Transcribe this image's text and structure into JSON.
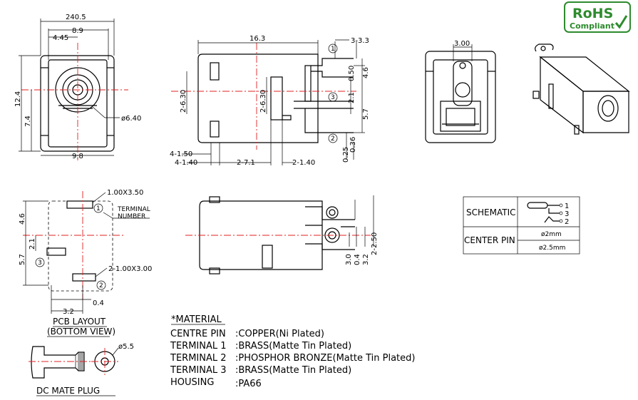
{
  "rohs": {
    "line1": "RoHS",
    "line2": "Compliant"
  },
  "front_view": {
    "dims": [
      "240.5",
      "8.9",
      "4.45",
      "12.4",
      "7.4",
      "9.8",
      "ø6.40"
    ]
  },
  "side_view": {
    "dims": [
      "16.3",
      "3-3.3",
      "0.50",
      "4.6",
      "2.1",
      "5.7",
      "0.25",
      "0.36",
      "2-6.30",
      "2-6.30",
      "4-1.50",
      "4-1.40",
      "2-7.1",
      "2-1.40"
    ],
    "terminals": [
      "1",
      "3",
      "2"
    ]
  },
  "pcb_layout": {
    "dims": [
      "1.00X3.50",
      "2-1.00X3.00",
      "4.6",
      "2.1",
      "5.7",
      "3.2",
      "0.4"
    ],
    "terminal_label": [
      "TERMINAL",
      "NUMBER"
    ],
    "terminals": [
      "1",
      "3",
      "2"
    ],
    "title": "PCB LAYOUT",
    "subtitle": "(BOTTOM VIEW)"
  },
  "bottom_view": {
    "dims": [
      "3.0",
      "0.4",
      "3.2",
      "2-2.50"
    ]
  },
  "top_view": {
    "dims": [
      "3.00"
    ]
  },
  "schematic": {
    "row1_label": "SCHEMATIC",
    "row2_label": "CENTER PIN",
    "pins": [
      "1",
      "3",
      "2"
    ],
    "center_pin_options": [
      "ø2mm",
      "ø2.5mm"
    ]
  },
  "material": {
    "title": "*MATERIAL",
    "rows": [
      {
        "name": "CENTRE PIN",
        "value": ":COPPER(Ni Plated)"
      },
      {
        "name": "TERMINAL 1",
        "value": ":BRASS(Matte Tin Plated)"
      },
      {
        "name": "TERMINAL 2",
        "value": ":PHOSPHOR BRONZE(Matte Tin Plated)"
      },
      {
        "name": "TERMINAL 3",
        "value": ":BRASS(Matte Tin Plated)"
      },
      {
        "name": "HOUSING",
        "value": ":PA66"
      }
    ]
  },
  "mate_plug": {
    "dim": "ø5.5",
    "title": "DC MATE PLUG"
  }
}
